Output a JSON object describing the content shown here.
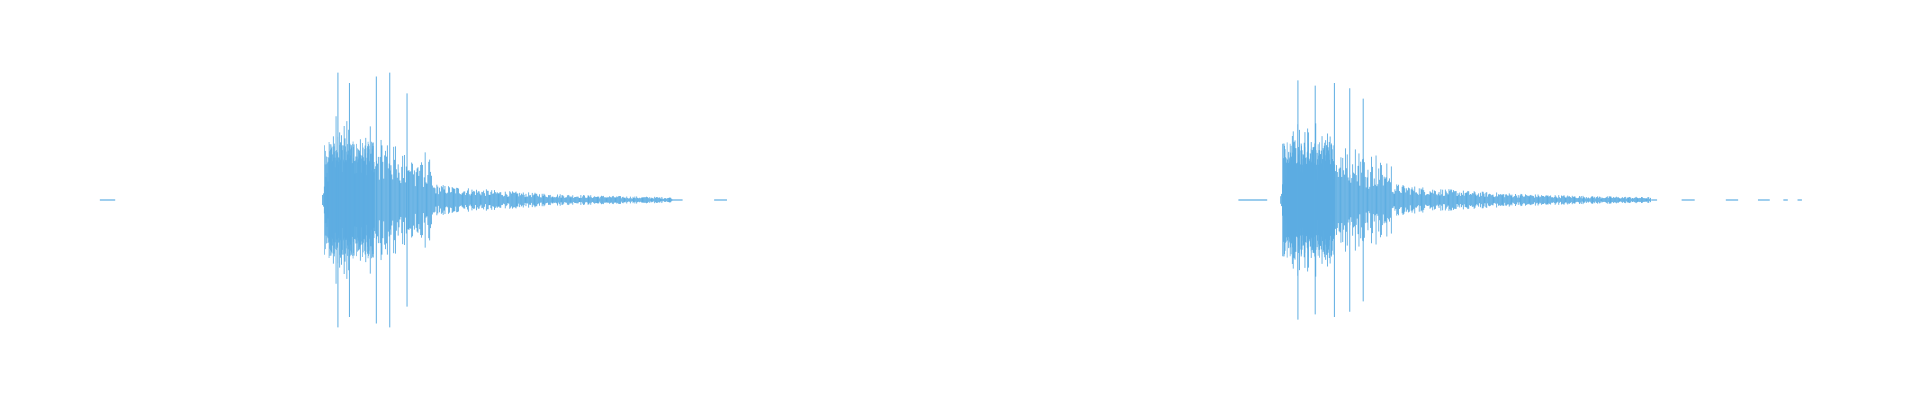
{
  "chart_data": {
    "type": "waveform",
    "color": "#5dade2",
    "background": "#ffffff",
    "axes_visible": false,
    "grid": false,
    "legend": "none",
    "title": "",
    "xlabel": "",
    "ylabel": "",
    "xlim": [
      0,
      1
    ],
    "ylim": [
      -1,
      1
    ],
    "events": [
      {
        "name": "",
        "precursor_start": 0.052,
        "precursor_end": 0.06,
        "onset": 0.168,
        "attack_end": 0.174,
        "peak_amplitude": 0.98,
        "body_end": 0.225,
        "decay_end": 0.35,
        "tail_end": 0.385,
        "spikes": [
          {
            "t": 0.176,
            "a": 0.98
          },
          {
            "t": 0.182,
            "a": 0.9
          },
          {
            "t": 0.196,
            "a": 0.95
          },
          {
            "t": 0.203,
            "a": 0.98
          },
          {
            "t": 0.212,
            "a": 0.82
          }
        ]
      },
      {
        "name": "",
        "precursor_start": 0.645,
        "precursor_end": 0.66,
        "onset": 0.667,
        "attack_end": 0.674,
        "peak_amplitude": 0.92,
        "body_end": 0.725,
        "decay_end": 0.86,
        "tail_end": 0.945,
        "spikes": [
          {
            "t": 0.676,
            "a": 0.92
          },
          {
            "t": 0.685,
            "a": 0.88
          },
          {
            "t": 0.695,
            "a": 0.9
          },
          {
            "t": 0.703,
            "a": 0.86
          },
          {
            "t": 0.71,
            "a": 0.78
          }
        ]
      }
    ]
  }
}
